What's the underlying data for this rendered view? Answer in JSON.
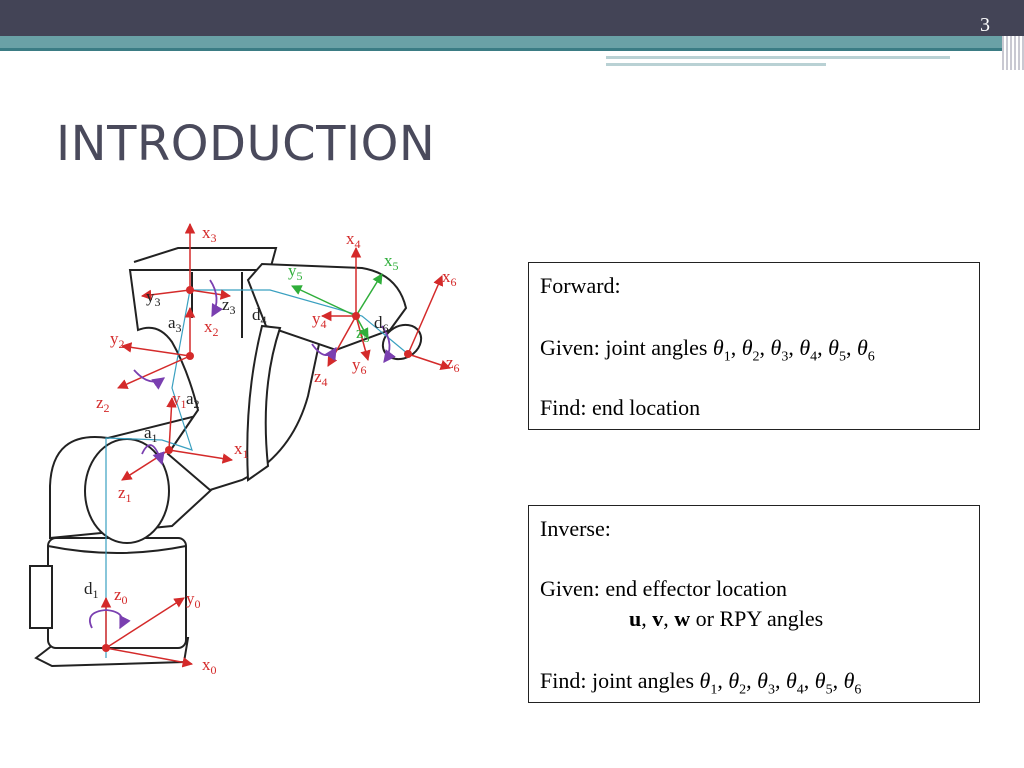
{
  "slide": {
    "number": "3",
    "title": "INTRODUCTION"
  },
  "figure": {
    "labels": {
      "x3": "x",
      "x3s": "3",
      "y3": "y",
      "y3s": "3",
      "z3": "z",
      "z3s": "3",
      "a3": "a",
      "a3s": "3",
      "x2": "x",
      "x2s": "2",
      "y2": "y",
      "y2s": "2",
      "z2": "z",
      "z2s": "2",
      "a2": "a",
      "a2s": "2",
      "y1": "y",
      "y1s": "1",
      "a1": "a",
      "a1s": "1",
      "x1": "x",
      "x1s": "1",
      "z1": "z",
      "z1s": "1",
      "d1": "d",
      "d1s": "1",
      "z0": "z",
      "z0s": "0",
      "y0": "y",
      "y0s": "0",
      "x0": "x",
      "x0s": "0",
      "d4": "d",
      "d4s": "4",
      "x4": "x",
      "x4s": "4",
      "y4": "y",
      "y4s": "4",
      "z4": "z",
      "z4s": "4",
      "x5": "x",
      "x5s": "5",
      "y5": "y",
      "y5s": "5",
      "z5": "z",
      "z5s": "5",
      "d6": "d",
      "d6s": "6",
      "x6": "x",
      "x6s": "6",
      "y6": "y",
      "y6s": "6",
      "z6": "z",
      "z6s": "6"
    },
    "colors": {
      "axis": "#d42a2a",
      "frame5": "#2fae3a",
      "rotation": "#7a3fb0",
      "link": "#3aa0c0",
      "outline": "#222222"
    }
  },
  "forward": {
    "heading": "Forward:",
    "given_label": "Given: joint  angles",
    "find": "Find: end location"
  },
  "inverse": {
    "heading": "Inverse:",
    "given": "Given:  end effector location",
    "u": "u",
    "v": "v",
    "w": "w",
    "sep": ",",
    "or_rpy": "or RPY angles",
    "find_label": "Find:   joint  angles"
  },
  "theta": {
    "symbol": "θ",
    "subs": [
      "1",
      "2",
      "3",
      "4",
      "5",
      "6"
    ]
  }
}
